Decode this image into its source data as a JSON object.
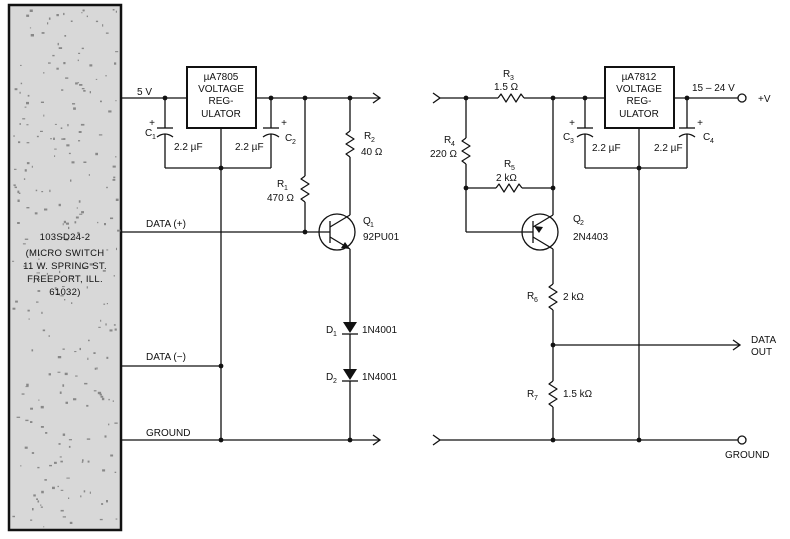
{
  "sensor": {
    "part": "103SD24-2",
    "line1": "(MICRO SWITCH",
    "line2": "11 W. SPRING ST.",
    "line3": "FREEPORT, ILL.",
    "line4": "61032)"
  },
  "left": {
    "v5": "5 V",
    "reg_part": "µA7805",
    "reg_line1": "VOLTAGE",
    "reg_line2": "REG-",
    "reg_line3": "ULATOR",
    "c1": "C",
    "c1_sub": "1",
    "c1_val": "2.2 µF",
    "c2": "C",
    "c2_sub": "2",
    "c2_val": "2.2 µF",
    "r1": "R",
    "r1_sub": "1",
    "r1_val": "470 Ω",
    "r2": "R",
    "r2_sub": "2",
    "r2_val": "40 Ω",
    "q1": "Q",
    "q1_sub": "1",
    "q1_part": "92PU01",
    "d1": "D",
    "d1_sub": "1",
    "d1_part": "1N4001",
    "d2": "D",
    "d2_sub": "2",
    "d2_part": "1N4001",
    "data_pos": "DATA (+)",
    "data_neg": "DATA (−)",
    "ground": "GROUND"
  },
  "right": {
    "r3": "R",
    "r3_sub": "3",
    "r3_val": "1.5 Ω",
    "r4": "R",
    "r4_sub": "4",
    "r4_val": "220 Ω",
    "r5": "R",
    "r5_sub": "5",
    "r5_val": "2 kΩ",
    "r6": "R",
    "r6_sub": "6",
    "r6_val": "2 kΩ",
    "r7": "R",
    "r7_sub": "7",
    "r7_val": "1.5 kΩ",
    "q2": "Q",
    "q2_sub": "2",
    "q2_part": "2N4403",
    "reg_part": "µA7812",
    "reg_line1": "VOLTAGE",
    "reg_line2": "REG-",
    "reg_line3": "ULATOR",
    "c3": "C",
    "c3_sub": "3",
    "c3_val": "2.2 µF",
    "c4": "C",
    "c4_sub": "4",
    "c4_val": "2.2 µF",
    "vin": "15 – 24 V",
    "vplus": "+V",
    "data_out1": "DATA",
    "data_out2": "OUT",
    "ground": "GROUND"
  }
}
